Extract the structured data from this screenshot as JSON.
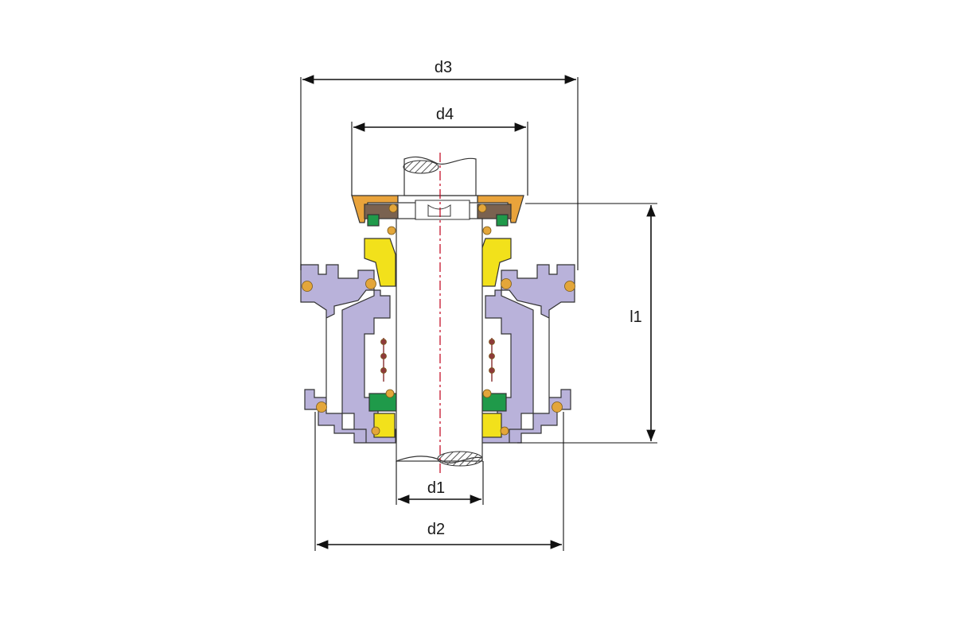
{
  "diagram": {
    "labels": {
      "d1": "d1",
      "d2": "d2",
      "d3": "d3",
      "d4": "d4",
      "l1": "l1"
    },
    "colors": {
      "housing": "#b9b2da",
      "o_ring": "#e3a63a",
      "seal_face_yellow": "#f2e11b",
      "seal_face_green": "#1f9a4a",
      "gland_orange": "#e9a33b",
      "gland_brown": "#7a6250",
      "spring": "#8e3a3a",
      "center_line": "#c0001a",
      "shaft": "#ffffff",
      "hatch": "#555555"
    }
  }
}
